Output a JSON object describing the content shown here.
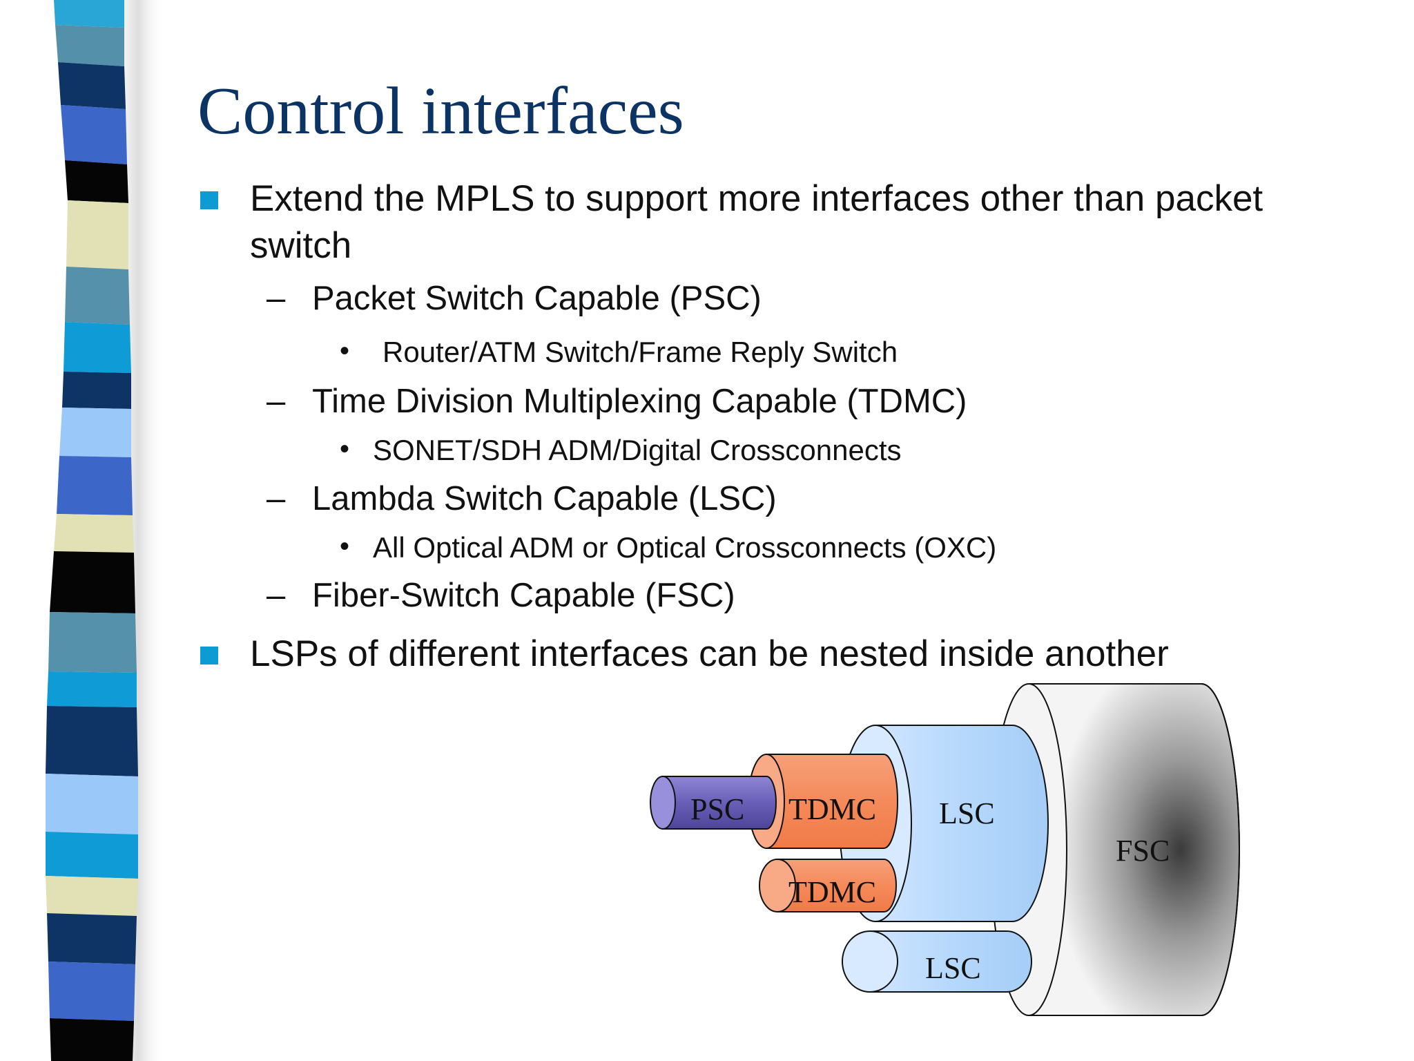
{
  "slide": {
    "title": "Control interfaces",
    "bullets": [
      {
        "line1": "Extend the MPLS to support more interfaces other than packet",
        "line2": "switch",
        "sub": [
          {
            "label": "Packet Switch Capable (PSC)",
            "detail": "Router/ATM Switch/Frame Reply Switch"
          },
          {
            "label": "Time Division Multiplexing Capable (TDMC)",
            "detail": "SONET/SDH ADM/Digital Crossconnects"
          },
          {
            "label": "Lambda Switch Capable (LSC)",
            "detail": "All Optical ADM or Optical Crossconnects (OXC)"
          },
          {
            "label": "Fiber-Switch Capable (FSC)"
          }
        ]
      },
      {
        "line1": "LSPs of different interfaces can be nested inside another"
      }
    ],
    "markers": {
      "dash": "–",
      "dot": "•"
    }
  },
  "diagram": {
    "labels": {
      "psc": "PSC",
      "tdmc_top": "TDMC",
      "tdmc_bottom": "TDMC",
      "lsc_main": "LSC",
      "lsc_bottom": "LSC",
      "fsc": "FSC"
    }
  },
  "colors": {
    "title": "#0b3464",
    "bullet_square": "#0c9bd2",
    "psc": "#6a5fb8",
    "tdmc": "#f58c5e",
    "lsc": "#a8d0f8",
    "fsc": "#9a9a9a"
  }
}
